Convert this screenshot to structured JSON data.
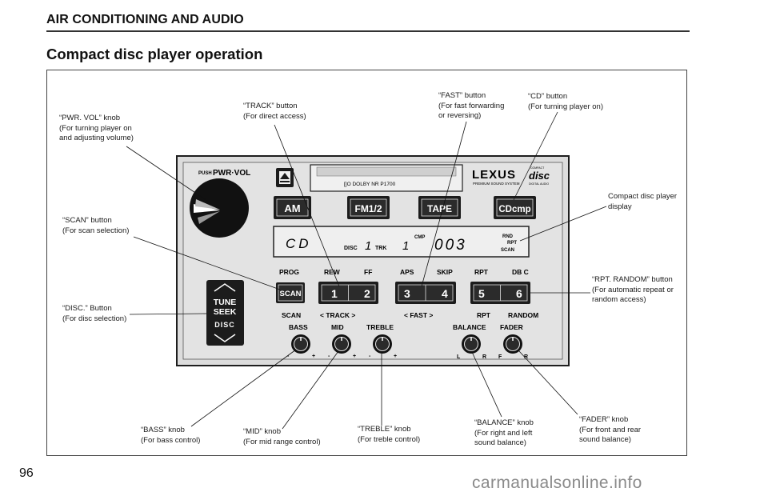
{
  "header": {
    "section": "AIR CONDITIONING AND AUDIO",
    "title": "Compact disc player operation",
    "page_number": "96"
  },
  "watermark": "carmanualsonline.info",
  "callouts": {
    "pwr_vol": [
      "“PWR. VOL” knob",
      "(For turning player on",
      "and adjusting volume)"
    ],
    "track": [
      "“TRACK” button",
      "(For direct access)"
    ],
    "fast": [
      "“FAST” button",
      "(For fast forwarding",
      "or reversing)"
    ],
    "cd": [
      "“CD” button",
      "(For turning player on)"
    ],
    "scan": [
      "“SCAN” button",
      "(For scan selection)"
    ],
    "display": [
      "Compact disc player",
      "display"
    ],
    "rpt_random": [
      "“RPT. RANDOM” button",
      "(For automatic repeat or",
      "random access)"
    ],
    "disc": [
      "“DISC.” Button",
      "(For disc selection)"
    ],
    "bass": [
      "“BASS” knob",
      "(For bass control)"
    ],
    "mid": [
      "“MID” knob",
      "(For mid range control)"
    ],
    "treble": [
      "“TREBLE” knob",
      "(For treble control)"
    ],
    "balance": [
      "“BALANCE” knob",
      "(For right and left",
      "sound balance)"
    ],
    "fader": [
      "“FADER” knob",
      "(For front and rear",
      "sound balance)"
    ]
  },
  "unit": {
    "pwr_label": "PWR·VOL",
    "push_label": "PUSH",
    "brand": "LEXUS",
    "brand_sub": "PREMIUM SOUND SYSTEM",
    "cd_logo": [
      "COMPACT",
      "disc",
      "DIGITAL AUDIO"
    ],
    "slot_text": "[]O  DOLBY NR  P1700",
    "buttons": {
      "am": "AM",
      "fm": "FM1/2",
      "tape": "TAPE",
      "cd": "CDcmp",
      "scan": "SCAN"
    },
    "display": {
      "cd": "CD",
      "disc_label": "DISC",
      "disc": "1",
      "trk_label": "TRK",
      "trk": "1",
      "cmp": "CMP",
      "time": "003",
      "rnd": "RND",
      "rpt": "RPT",
      "scan": "SCAN"
    },
    "top_labels": {
      "prog": "PROG",
      "rew": "REW",
      "ff": "FF",
      "aps": "APS",
      "skip": "SKIP",
      "rpt": "RPT",
      "dbc": "DB C"
    },
    "preset_digits": [
      "1",
      "2",
      "3",
      "4",
      "5",
      "6"
    ],
    "bottom_labels": {
      "scan": "SCAN",
      "track": "<  TRACK  >",
      "fast": "<  FAST  >",
      "rpt": "RPT",
      "random": "RANDOM"
    },
    "tune_seek": [
      "TUNE",
      "SEEK"
    ],
    "disc_rocker": "DISC",
    "knobs": [
      "BASS",
      "MID",
      "TREBLE",
      "BALANCE",
      "FADER"
    ],
    "knob_marks": {
      "minus": "-",
      "plus": "+",
      "l": "L",
      "r": "R",
      "f": "F"
    }
  }
}
